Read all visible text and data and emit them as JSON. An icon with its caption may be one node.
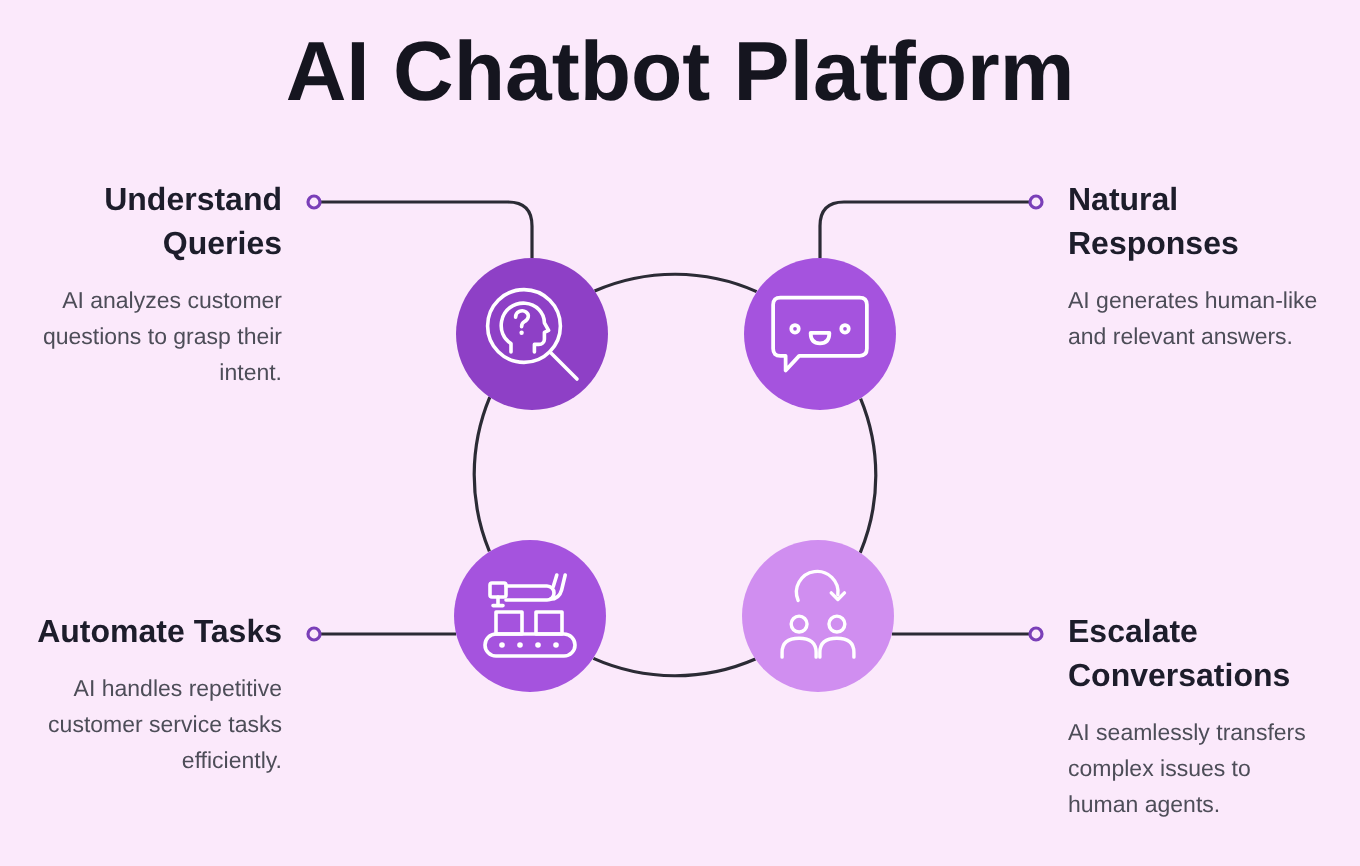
{
  "diagram": {
    "title": "AI Chatbot Platform",
    "nodes": [
      {
        "text": [
          "Understand Queries",
          "AI analyzes customer questions to grasp their intent."
        ]
      },
      {
        "text": [],
        "shape": "circle"
      },
      {
        "text": [],
        "shape": "circle"
      },
      {
        "text": [
          "Natural Responses",
          "AI generates human-like and relevant answers."
        ]
      },
      {
        "text": [
          "Automate Tasks",
          "AI handles repetitive customer service tasks efficiently."
        ]
      },
      {
        "text": [],
        "shape": "circle"
      },
      {
        "text": [],
        "shape": "circle"
      },
      {
        "text": [
          "Escalate Conversations",
          "AI seamlessly transfers complex issues to human agents."
        ]
      }
    ],
    "edges": [
      {
        "from": 0,
        "to": 1,
        "arrow": "other"
      },
      {
        "from": 3,
        "to": 2,
        "arrow": "other"
      },
      {
        "from": 4,
        "to": 5,
        "arrow": "other"
      },
      {
        "from": 7,
        "to": 6,
        "arrow": "other"
      },
      {
        "from": 1,
        "to": 2,
        "arrow": "none"
      },
      {
        "from": 2,
        "to": 6,
        "arrow": "none"
      },
      {
        "from": 6,
        "to": 5,
        "arrow": "none"
      },
      {
        "from": 5,
        "to": 1,
        "arrow": "none"
      }
    ]
  }
}
